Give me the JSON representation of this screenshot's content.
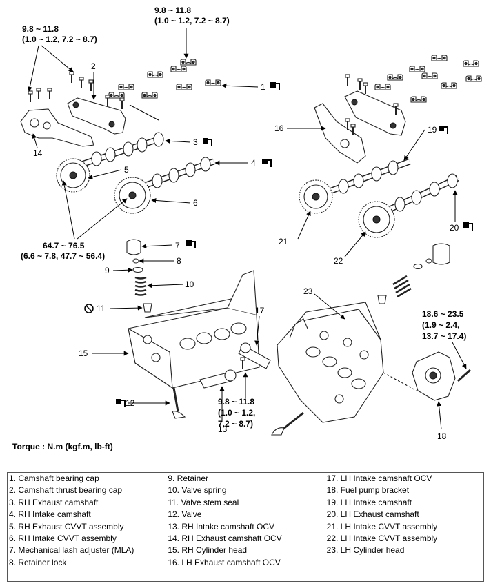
{
  "torques": {
    "t1": {
      "l1": "9.8 ~ 11.8",
      "l2": "(1.0 ~ 1.2, 7.2 ~ 8.7)"
    },
    "t2": {
      "l1": "9.8 ~ 11.8",
      "l2": "(1.0 ~ 1.2, 7.2 ~ 8.7)"
    },
    "t3": {
      "l1": "64.7 ~ 76.5",
      "l2": "(6.6 ~ 7.8, 47.7 ~ 56.4)"
    },
    "t4": {
      "l1": "9.8 ~ 11.8",
      "l2": "(1.0 ~ 1.2,",
      "l3": "7.2 ~ 8.7)"
    },
    "t5": {
      "l1": "18.6 ~ 23.5",
      "l2": "(1.9 ~ 2.4,",
      "l3": "13.7 ~ 17.4)"
    }
  },
  "callouts": [
    "1",
    "2",
    "3",
    "4",
    "5",
    "6",
    "7",
    "8",
    "9",
    "10",
    "11",
    "12",
    "13",
    "14",
    "15",
    "16",
    "17",
    "18",
    "19",
    "20",
    "21",
    "22",
    "23"
  ],
  "torque_note": "Torque : N.m (kgf.m, lb-ft)",
  "legend": {
    "col1": [
      "1. Camshaft bearing cap",
      "2. Camshaft thrust bearing cap",
      "3. RH Exhaust camshaft",
      "4. RH Intake camshaft",
      "5. RH Exhaust CVVT assembly",
      "6. RH Intake CVVT assembly",
      "7. Mechanical lash adjuster (MLA)",
      "8. Retainer lock"
    ],
    "col2": [
      "9. Retainer",
      "10. Valve spring",
      "11. Valve stem seal",
      "12. Valve",
      "13. RH Intake camshaft OCV",
      "14. RH Exhaust camshaft OCV",
      "15. RH Cylinder head",
      "16. LH Exhaust camshaft OCV"
    ],
    "col3": [
      "17. LH Intake camshaft OCV",
      "18. Fuel pump bracket",
      "19. LH Intake camshaft",
      "20. LH Exhaust camshaft",
      "21. LH Intake CVVT assembly",
      "22. LH Intake CVVT assembly",
      "23. LH Cylinder head"
    ]
  }
}
